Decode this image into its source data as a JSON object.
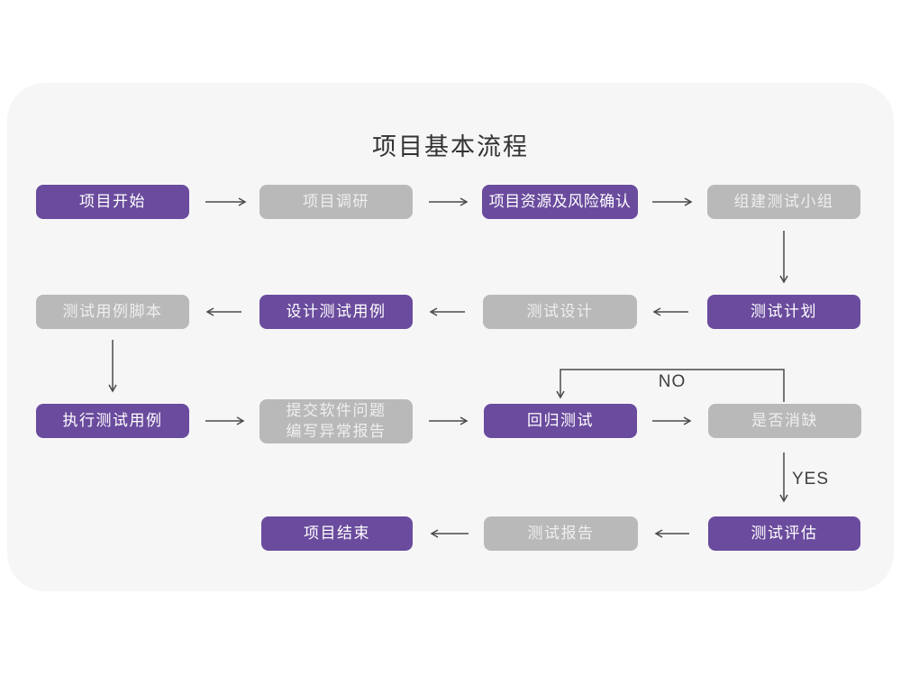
{
  "title": "项目基本流程",
  "decision_labels": {
    "no": "NO",
    "yes": "YES"
  },
  "colors": {
    "purple": "#6a4b9d",
    "gray": "#b9b9b9",
    "card_background": "#f6f6f7",
    "page_background": "#ffffff",
    "arrow": "#4a4a4a"
  },
  "nodes": [
    {
      "label": "项目开始",
      "variant": "purple"
    },
    {
      "label": "项目调研",
      "variant": "gray"
    },
    {
      "label": "项目资源及风险确认",
      "variant": "purple"
    },
    {
      "label": "组建测试小组",
      "variant": "gray"
    },
    {
      "label": "测试计划",
      "variant": "purple"
    },
    {
      "label": "测试设计",
      "variant": "gray"
    },
    {
      "label": "设计测试用例",
      "variant": "purple"
    },
    {
      "label": "测试用例脚本",
      "variant": "gray"
    },
    {
      "label": "执行测试用例",
      "variant": "purple"
    },
    {
      "label": "提交软件问题\n编写异常报告",
      "variant": "gray"
    },
    {
      "label": "回归测试",
      "variant": "purple"
    },
    {
      "label": "是否消缺",
      "variant": "gray"
    },
    {
      "label": "测试评估",
      "variant": "purple"
    },
    {
      "label": "测试报告",
      "variant": "gray"
    },
    {
      "label": "项目结束",
      "variant": "purple"
    }
  ]
}
